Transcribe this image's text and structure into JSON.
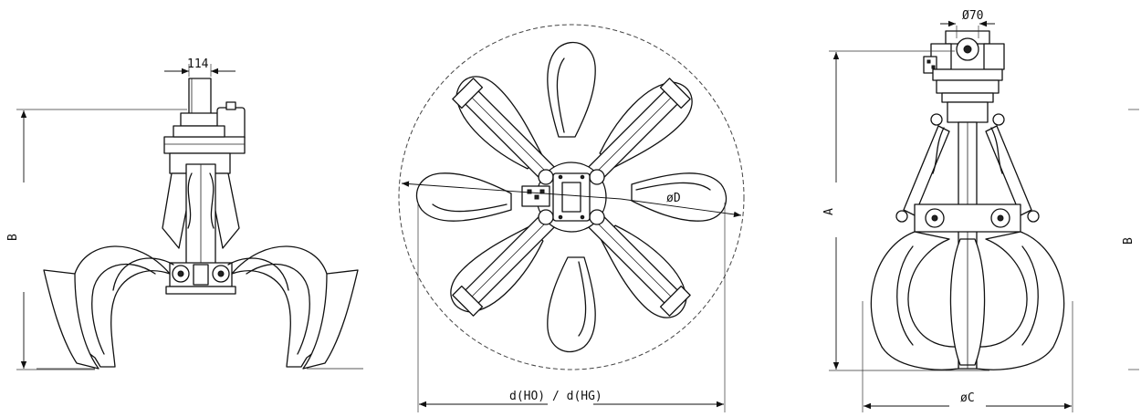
{
  "labels": {
    "shaft_width": "114",
    "pin_diameter": "Ø70",
    "height_b_left": "B",
    "height_b_right": "B",
    "height_a": "A",
    "diameter_d": "øD",
    "span_d": "d(HO) / d(HG)",
    "span_c": "øC"
  },
  "colors": {
    "line": "#111111",
    "background": "#ffffff"
  }
}
